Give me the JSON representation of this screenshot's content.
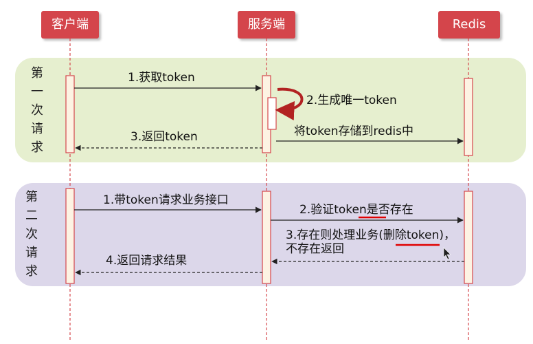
{
  "actors": {
    "client": "客户端",
    "server": "服务端",
    "redis": "Redis"
  },
  "phases": {
    "first": [
      "第",
      "一",
      "次",
      "请",
      "求"
    ],
    "second": [
      "第",
      "二",
      "次",
      "请",
      "求"
    ]
  },
  "messages": {
    "m1": "1.获取token",
    "m2": "2.生成唯一token",
    "m3": "3.返回token",
    "m4": "将token存储到redis中",
    "m5": "1.带token请求业务接口",
    "m6": "2.验证token是否存在",
    "m7_line1": "3.存在则处理业务(删除token)，",
    "m7_line2": "不存在返回",
    "m8": "4.返回请求结果"
  },
  "colors": {
    "actor": "#d4454b",
    "lifeline": "#d4454b",
    "activation": "#fdf3e3",
    "band1": "#e6efcf",
    "band2": "#dcd7ea",
    "self_arrow": "#c0392b",
    "highlight": "#e00000"
  }
}
